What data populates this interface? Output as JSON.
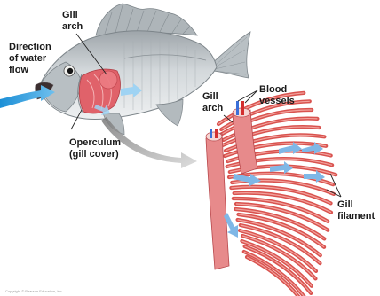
{
  "labels": {
    "gill_arch_top": [
      "Gill",
      "arch"
    ],
    "direction_of_water_flow": [
      "Direction",
      "of water",
      "flow"
    ],
    "operculum": [
      "Operculum",
      "(gill cover)"
    ],
    "gill_arch_detail": [
      "Gill",
      "arch"
    ],
    "blood_vessels": [
      "Blood",
      "vessels"
    ],
    "gill_filament": [
      "Gill",
      "filament"
    ]
  },
  "credit": "Copyright © Pearson Education, Inc.",
  "colors": {
    "water_arrow": "#1c8fd6",
    "water_arrow_light": "#a9d8f5",
    "gill_red": "#e0626a",
    "filament_red": "#d9534f",
    "filament_light": "#f2a39e",
    "vessel_blue": "#3a6fd8",
    "vessel_red": "#d32f2f",
    "fish_body": "#c9cfd2",
    "fish_dark": "#8a9196",
    "leader_line": "#222222",
    "zoom_arrow": "#b5b5b5"
  }
}
